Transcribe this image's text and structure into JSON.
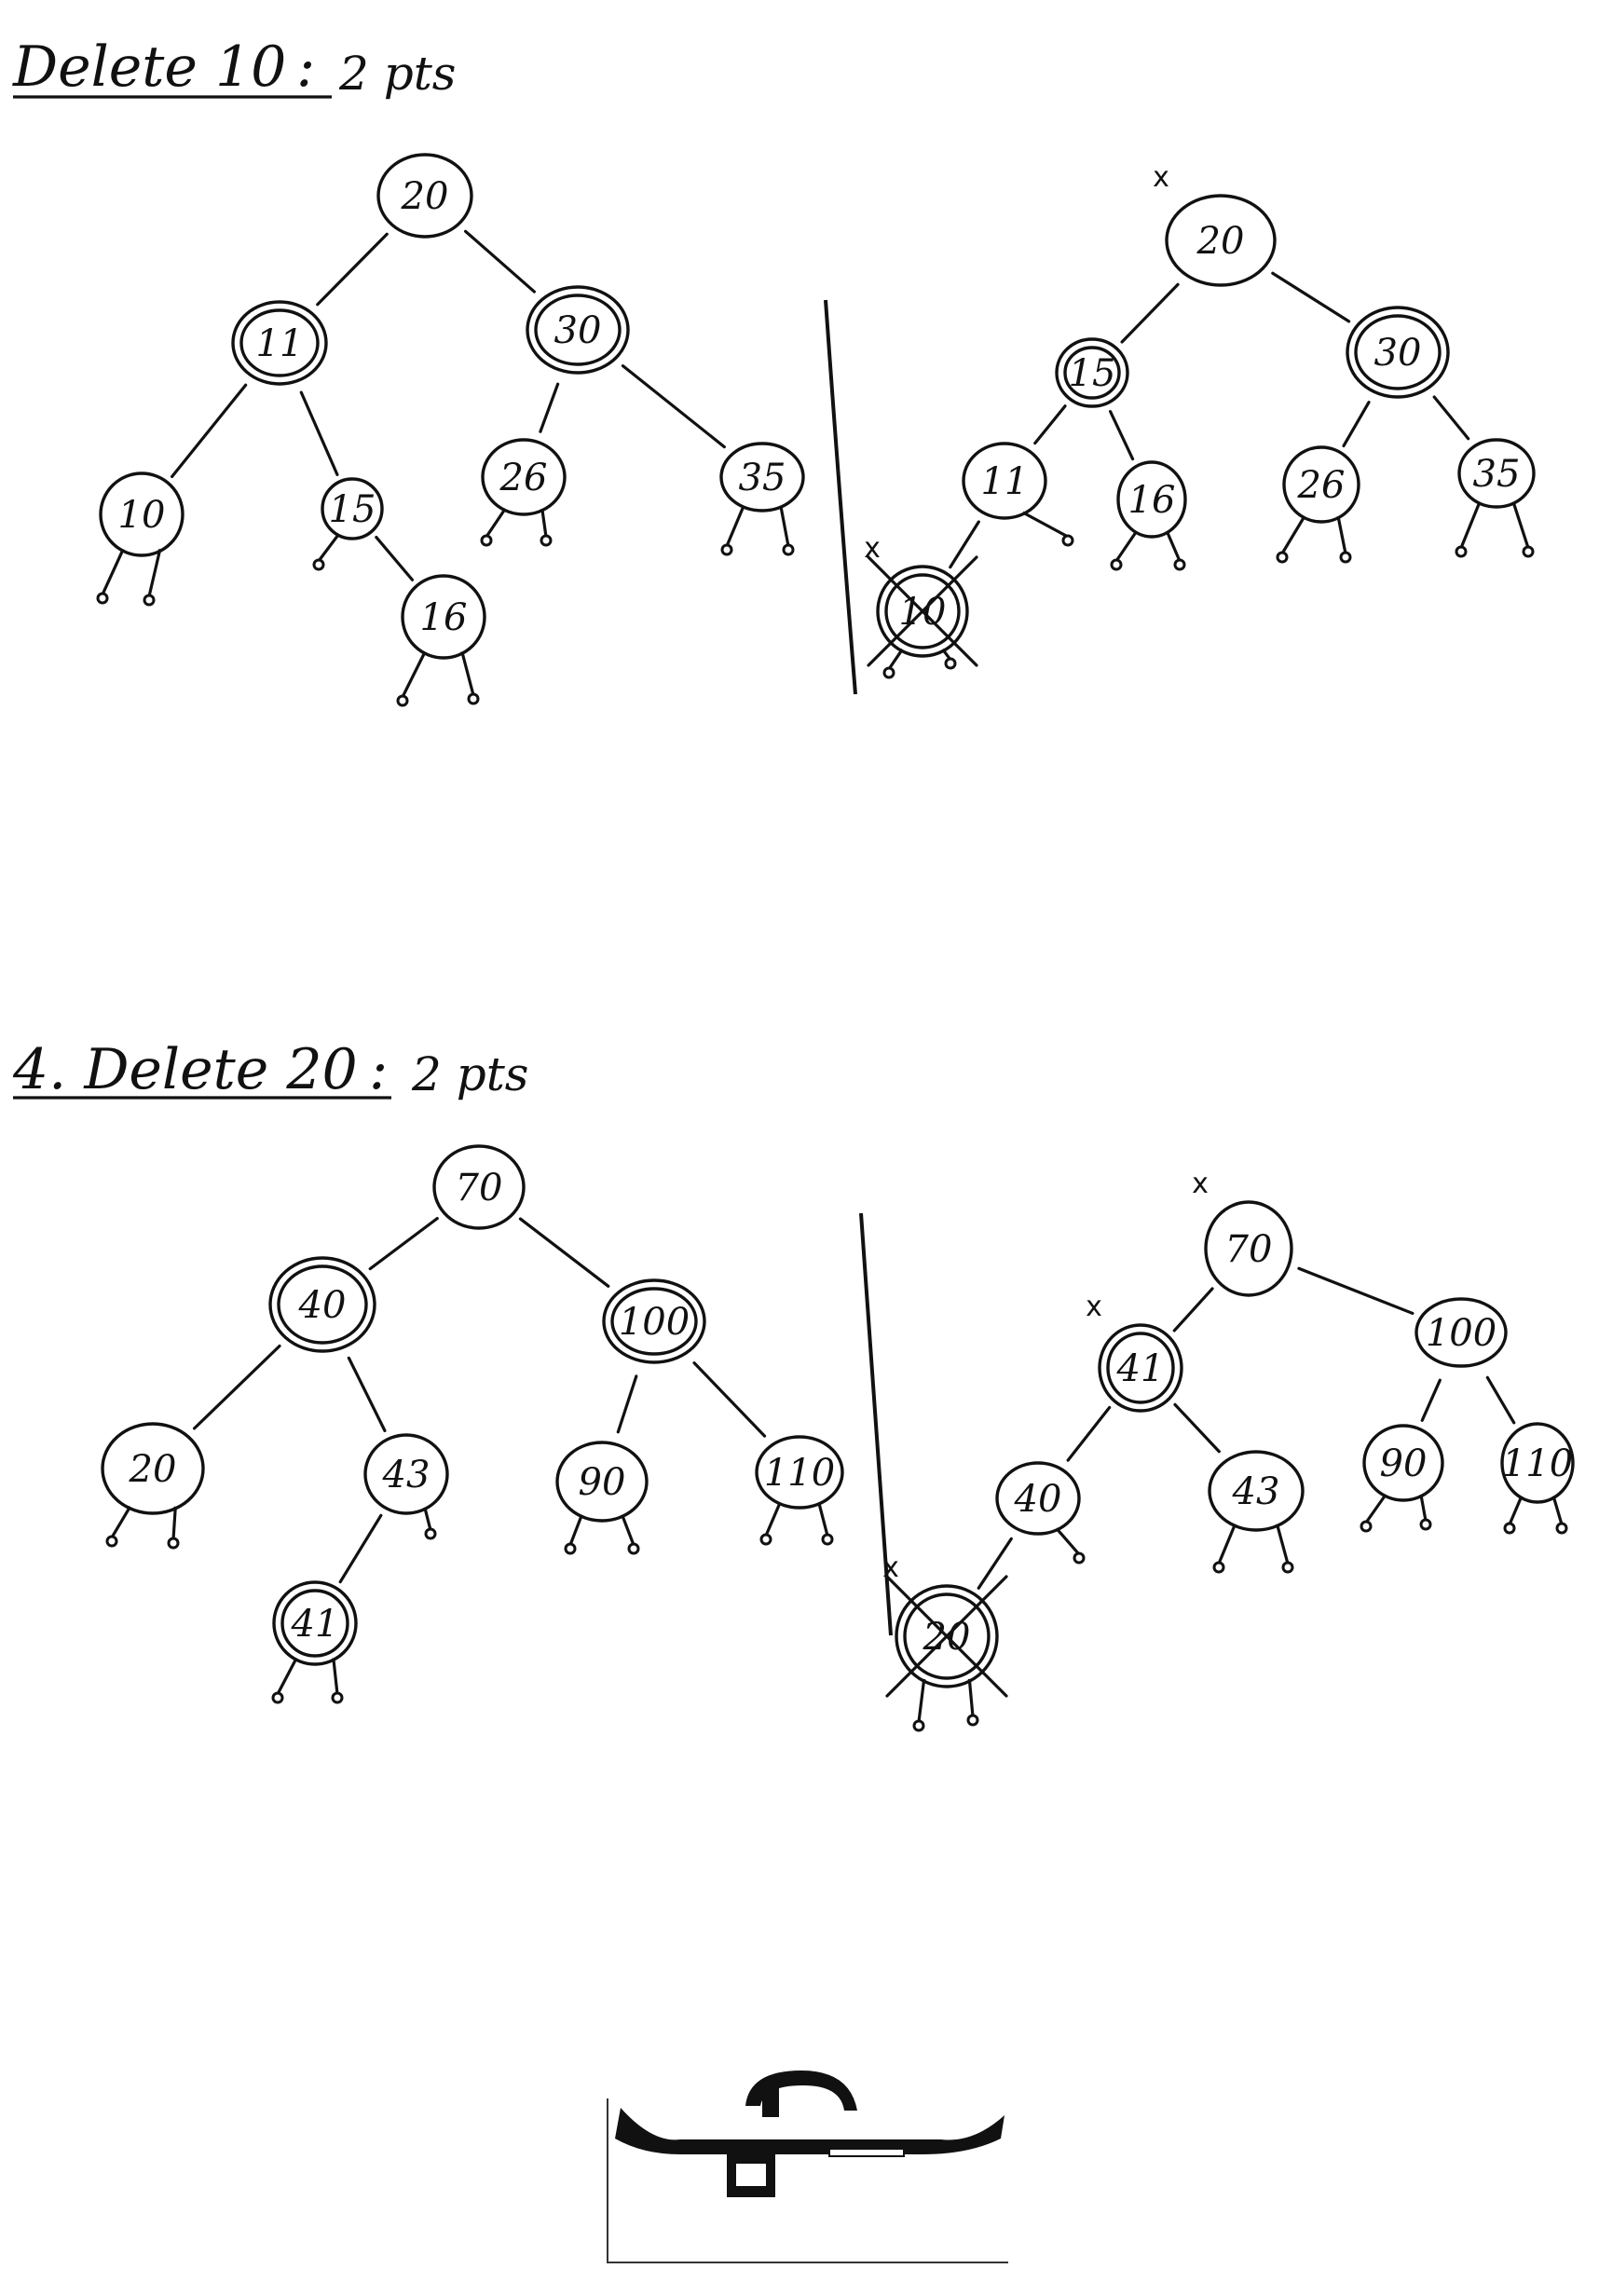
{
  "sections": [
    {
      "heading": "Delete 10",
      "colon": ":",
      "points": "2 pts",
      "trees": [
        {
          "nodes": [
            {
              "id": "a20",
              "label": "20",
              "double": false
            },
            {
              "id": "a11",
              "label": "11",
              "double": true
            },
            {
              "id": "a30",
              "label": "30",
              "double": true
            },
            {
              "id": "a10",
              "label": "10",
              "double": false
            },
            {
              "id": "a15",
              "label": "15",
              "double": false
            },
            {
              "id": "a26",
              "label": "26",
              "double": false
            },
            {
              "id": "a35",
              "label": "35",
              "double": false
            },
            {
              "id": "a16",
              "label": "16",
              "double": false
            }
          ],
          "edges": [
            [
              "a20",
              "a11"
            ],
            [
              "a20",
              "a30"
            ],
            [
              "a11",
              "a10"
            ],
            [
              "a11",
              "a15"
            ],
            [
              "a30",
              "a26"
            ],
            [
              "a30",
              "a35"
            ],
            [
              "a15",
              "a16"
            ]
          ]
        },
        {
          "nodes": [
            {
              "id": "b20",
              "label": "20",
              "double": false,
              "mark": "x"
            },
            {
              "id": "b15",
              "label": "15",
              "double": true
            },
            {
              "id": "b30",
              "label": "30",
              "double": true
            },
            {
              "id": "b11",
              "label": "11",
              "double": false
            },
            {
              "id": "b16",
              "label": "16",
              "double": false
            },
            {
              "id": "b26",
              "label": "26",
              "double": false
            },
            {
              "id": "b35",
              "label": "35",
              "double": false
            },
            {
              "id": "b10",
              "label": "10",
              "double": true,
              "crossed": true,
              "mark": "x"
            }
          ],
          "edges": [
            [
              "b20",
              "b15"
            ],
            [
              "b20",
              "b30"
            ],
            [
              "b15",
              "b11"
            ],
            [
              "b15",
              "b16"
            ],
            [
              "b30",
              "b26"
            ],
            [
              "b30",
              "b35"
            ],
            [
              "b11",
              "b10"
            ]
          ]
        }
      ]
    },
    {
      "heading": "4. Delete 20",
      "colon": ":",
      "points": "2 pts",
      "trees": [
        {
          "nodes": [
            {
              "id": "c70",
              "label": "70",
              "double": false
            },
            {
              "id": "c40",
              "label": "40",
              "double": true
            },
            {
              "id": "c100",
              "label": "100",
              "double": true
            },
            {
              "id": "c20",
              "label": "20",
              "double": false
            },
            {
              "id": "c43",
              "label": "43",
              "double": false
            },
            {
              "id": "c90",
              "label": "90",
              "double": false
            },
            {
              "id": "c110",
              "label": "110",
              "double": false
            },
            {
              "id": "c41",
              "label": "41",
              "double": true
            }
          ],
          "edges": [
            [
              "c70",
              "c40"
            ],
            [
              "c70",
              "c100"
            ],
            [
              "c40",
              "c20"
            ],
            [
              "c40",
              "c43"
            ],
            [
              "c100",
              "c90"
            ],
            [
              "c100",
              "c110"
            ],
            [
              "c43",
              "c41"
            ]
          ]
        },
        {
          "nodes": [
            {
              "id": "d70",
              "label": "70",
              "double": false,
              "mark": "x"
            },
            {
              "id": "d41",
              "label": "41",
              "double": true,
              "mark": "x"
            },
            {
              "id": "d100",
              "label": "100",
              "double": false
            },
            {
              "id": "d40",
              "label": "40",
              "double": false
            },
            {
              "id": "d43",
              "label": "43",
              "double": false
            },
            {
              "id": "d90",
              "label": "90",
              "double": false
            },
            {
              "id": "d110",
              "label": "110",
              "double": false
            },
            {
              "id": "d20",
              "label": "20",
              "double": true,
              "crossed": true,
              "mark": "x"
            }
          ],
          "edges": [
            [
              "d70",
              "d41"
            ],
            [
              "d70",
              "d100"
            ],
            [
              "d41",
              "d40"
            ],
            [
              "d41",
              "d43"
            ],
            [
              "d100",
              "d90"
            ],
            [
              "d100",
              "d110"
            ],
            [
              "d40",
              "d20"
            ]
          ]
        }
      ]
    }
  ],
  "footer_image": "torn-paper-scan-artifact"
}
